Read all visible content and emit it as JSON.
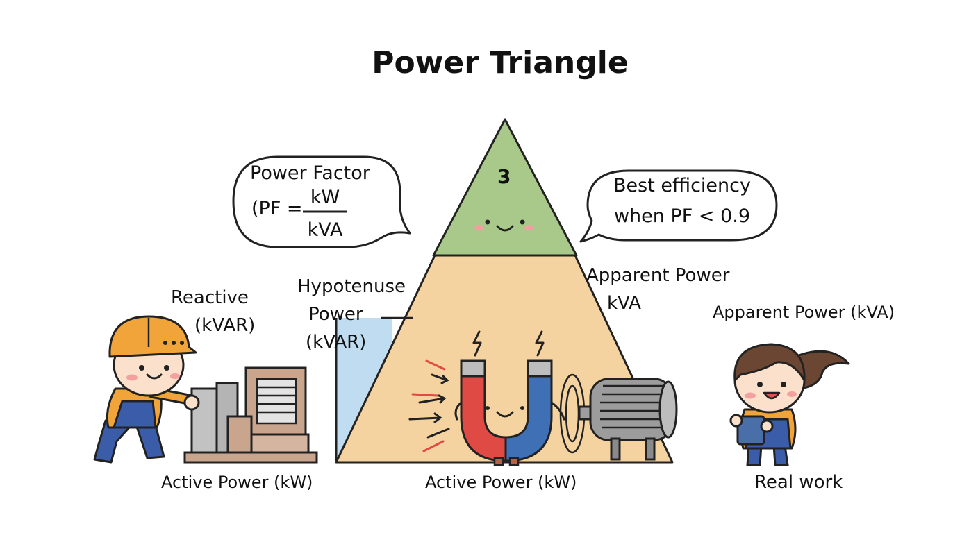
{
  "title": "Power Triangle",
  "top_triangle_number": "3",
  "bubble_left": {
    "line1": "Power Factor",
    "prefix": "(PF =",
    "numerator": "kW",
    "denominator": "kVA"
  },
  "bubble_right": {
    "line1": "Best efficiency",
    "line2": "when PF < 0.9"
  },
  "labels": {
    "reactive": [
      "Reactive",
      "(kVAR)"
    ],
    "hypotenuse": [
      "Hypotenuse",
      "Power",
      "(kVAR)"
    ],
    "apparent_center": [
      "Apparent Power",
      "kVA"
    ],
    "apparent_right": "Apparent Power (kVA)",
    "active_left": "Active Power (kW)",
    "active_center": "Active Power (kW)",
    "real_work": "Real work"
  },
  "colors": {
    "triangle_top": "#a8c98a",
    "triangle_body": "#f5d3a0",
    "reactive_bar": "#bfdcf0",
    "magnet_red": "#e04a45",
    "magnet_blue": "#3f6fb5",
    "helmet": "#f0a43a",
    "overalls": "#3b5ca8",
    "outline": "#222222"
  },
  "icons": [
    "lightning-icon",
    "magnet-icon",
    "motor-icon",
    "generator-icon",
    "worker-icon",
    "girl-icon"
  ]
}
